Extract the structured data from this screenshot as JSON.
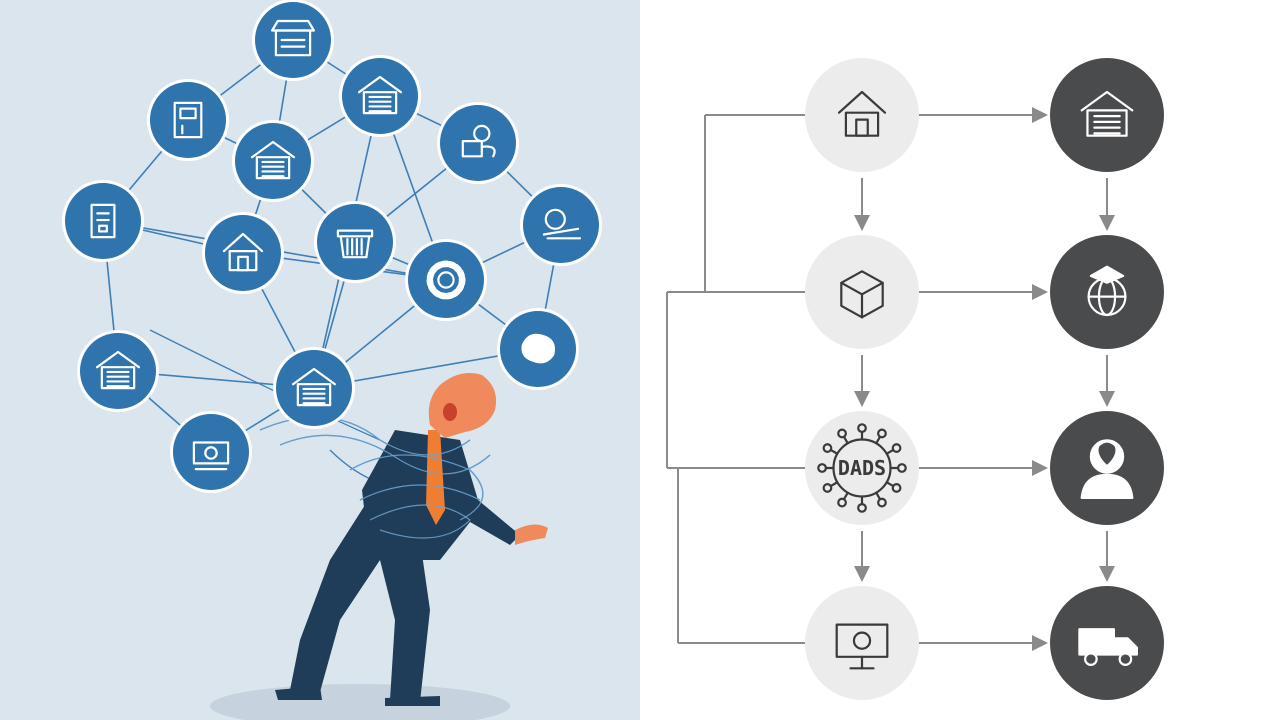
{
  "colors": {
    "left_background": "#dbe5ee",
    "network_node": "#2f74ad",
    "network_line": "#3f7fb6",
    "person_suit": "#1f3c58",
    "person_skin": "#f08a5d",
    "person_tie": "#ef7d32",
    "right_background": "#ffffff",
    "light_node": "#ececec",
    "dark_node": "#4a4b4d",
    "arrow": "#8a8a8a"
  },
  "left_panel": {
    "network_nodes": [
      {
        "icon": "store-icon"
      },
      {
        "icon": "warehouse-icon"
      },
      {
        "icon": "building-icon"
      },
      {
        "icon": "hand-icon"
      },
      {
        "icon": "warehouse-icon"
      },
      {
        "icon": "document-icon"
      },
      {
        "icon": "forklift-icon"
      },
      {
        "icon": "house-icon"
      },
      {
        "icon": "basket-icon"
      },
      {
        "icon": "gear-icon"
      },
      {
        "icon": "warehouse-icon"
      },
      {
        "icon": "map-icon"
      },
      {
        "icon": "warehouse-icon"
      },
      {
        "icon": "recycle-icon"
      }
    ],
    "person": {
      "icon": "stressed-businessman"
    }
  },
  "right_panel": {
    "flow_nodes": [
      {
        "icon": "house-icon",
        "style": "light"
      },
      {
        "icon": "garage-icon",
        "style": "dark"
      },
      {
        "icon": "package-icon",
        "style": "light"
      },
      {
        "icon": "globe-icon",
        "style": "dark"
      },
      {
        "icon": "network-hub-icon",
        "style": "light",
        "text": "DADS"
      },
      {
        "icon": "user-location-icon",
        "style": "dark"
      },
      {
        "icon": "monitor-icon",
        "style": "light"
      },
      {
        "icon": "delivery-truck-icon",
        "style": "dark"
      }
    ]
  }
}
